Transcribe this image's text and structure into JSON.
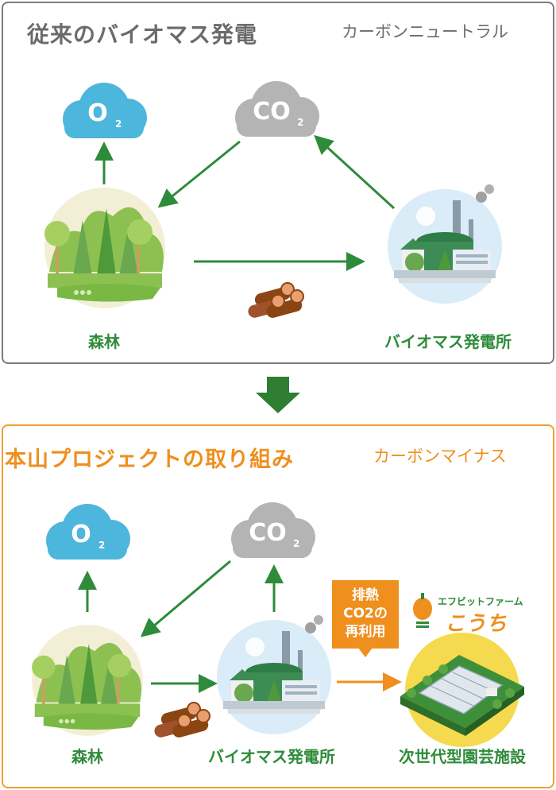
{
  "top": {
    "title": "従来のバイオマス発電",
    "subtitle": "カーボンニュートラル",
    "o2": {
      "main": "O",
      "sub": "2"
    },
    "co2": {
      "main": "CO",
      "sub": "2"
    },
    "forest_label": "森林",
    "plant_label": "バイオマス発電所"
  },
  "bottom": {
    "title": "本山プロジェクトの取り組み",
    "subtitle": "カーボンマイナス",
    "o2": {
      "main": "O",
      "sub": "2"
    },
    "co2": {
      "main": "CO",
      "sub": "2"
    },
    "forest_label": "森林",
    "plant_label": "バイオマス発電所",
    "greenhouse_label": "次世代型園芸施設",
    "callout": {
      "line1": "排熱",
      "line2": "CO2の",
      "line3": "再利用"
    },
    "farm_logo": {
      "small": "エフビットファーム",
      "large": "こうち"
    }
  },
  "colors": {
    "arrow_green": "#2e8b3a",
    "arrow_orange": "#ee8f1e",
    "o2_cloud": "#4db6dc",
    "co2_cloud": "#b4b4b4",
    "top_border": "#7b7b7b",
    "bottom_border": "#f0a030",
    "down_arrow": "#2e7d32"
  }
}
